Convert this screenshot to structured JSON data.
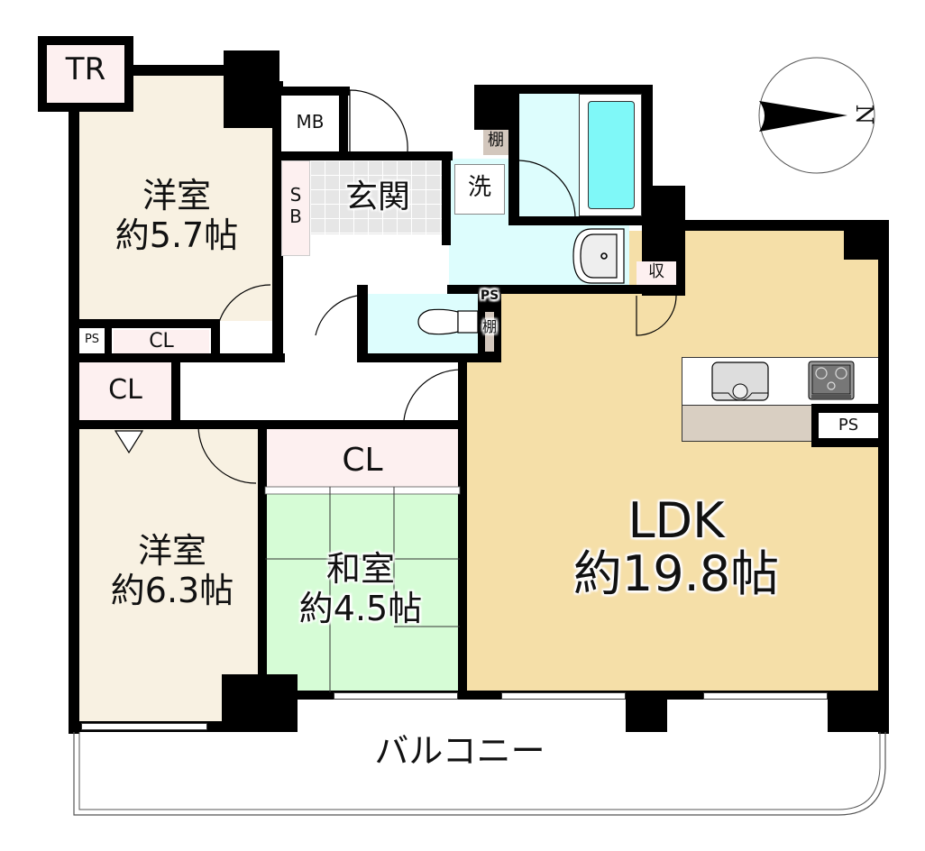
{
  "floorplan": {
    "compass": {
      "label": "N",
      "icon": "north-arrow-icon"
    },
    "rooms": [
      {
        "id": "western-room-1",
        "name": "洋室",
        "area": "約5.7帖",
        "color": "#f8f1e2"
      },
      {
        "id": "western-room-2",
        "name": "洋室",
        "area": "約6.3帖",
        "color": "#f8f1e2"
      },
      {
        "id": "japanese-room",
        "name": "和室",
        "area": "約4.5帖",
        "color": "#d6fcd6"
      },
      {
        "id": "ldk",
        "name": "LDK",
        "area": "約19.8帖",
        "color": "#f5dfa8"
      },
      {
        "id": "entrance",
        "name": "玄関",
        "color": "#e6e6e6"
      },
      {
        "id": "washroom",
        "name": "洗",
        "color": "#ddfdfd"
      },
      {
        "id": "balcony",
        "name": "バルコニー",
        "color": "#ffffff"
      }
    ],
    "storage": {
      "tr": "TR",
      "mb": "MB",
      "sb": "SB",
      "cl_small": "CL",
      "ps_small": "PS",
      "cl_mid": "CL",
      "cl_japanese": "CL",
      "shelf_wash": "棚",
      "shelf_toilet": "棚",
      "ps_toilet": "PS",
      "storage_ldk": "収",
      "ps_kitchen": "PS"
    },
    "colors": {
      "wall": "#000000",
      "western": "#f8f1e2",
      "japanese": "#d6fcd6",
      "ldk": "#f5dfa8",
      "wet": "#ddfdfd",
      "bathtub": "#7ff8f8",
      "closet": "#fdf0f0",
      "kitchen_base": "#d9cfc2",
      "entrance_tile": "#e6e6e6",
      "shelf": "#d3c7bd"
    }
  }
}
